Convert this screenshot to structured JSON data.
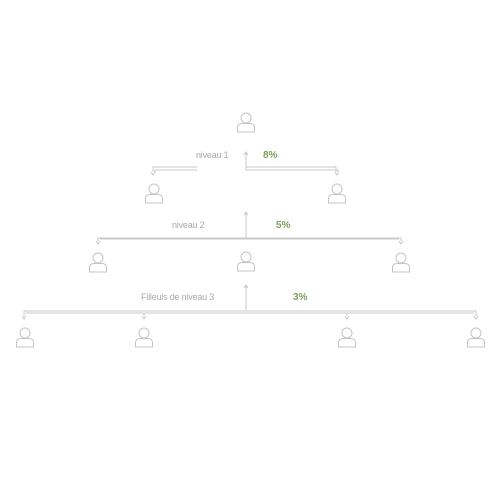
{
  "levels": [
    {
      "label": "niveau 1",
      "percent": "8%"
    },
    {
      "label": "niveau 2",
      "percent": "5%"
    },
    {
      "label": "Filleuls de niveau 3",
      "percent": "3%"
    }
  ],
  "colors": {
    "line": "#c8c8c8",
    "person": "#c4c4c4",
    "label": "#a8a8a8",
    "percent": "#7aa05a"
  },
  "icons": {
    "person": "person-icon",
    "arrow": "arrow-up-icon"
  }
}
